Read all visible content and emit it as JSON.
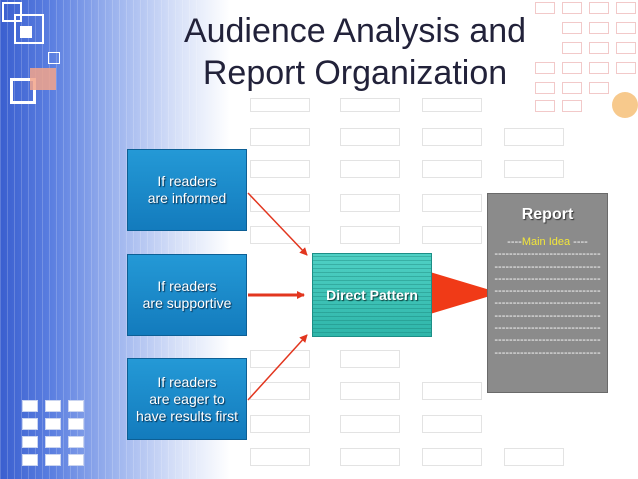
{
  "title": {
    "line1": "Audience Analysis and",
    "line2": "Report Organization"
  },
  "conditions": [
    {
      "lines": [
        "If readers",
        "are informed"
      ]
    },
    {
      "lines": [
        "If readers",
        "are supportive"
      ]
    },
    {
      "lines": [
        "If readers",
        "are eager to",
        "have results first"
      ]
    }
  ],
  "pattern": {
    "label": "Direct Pattern"
  },
  "report": {
    "title": "Report",
    "main_idea_prefix": "----",
    "main_idea": "Main Idea",
    "main_idea_suffix": " ----",
    "dash_line": "-----------------------------"
  },
  "colors": {
    "condition_box": "#1a88c9",
    "pattern_box": "#3cc0b4",
    "report_box": "#8b8b8b",
    "arrow": "#e2361f",
    "big_arrow": "#f03a17",
    "main_idea_text": "#f2e63a"
  }
}
